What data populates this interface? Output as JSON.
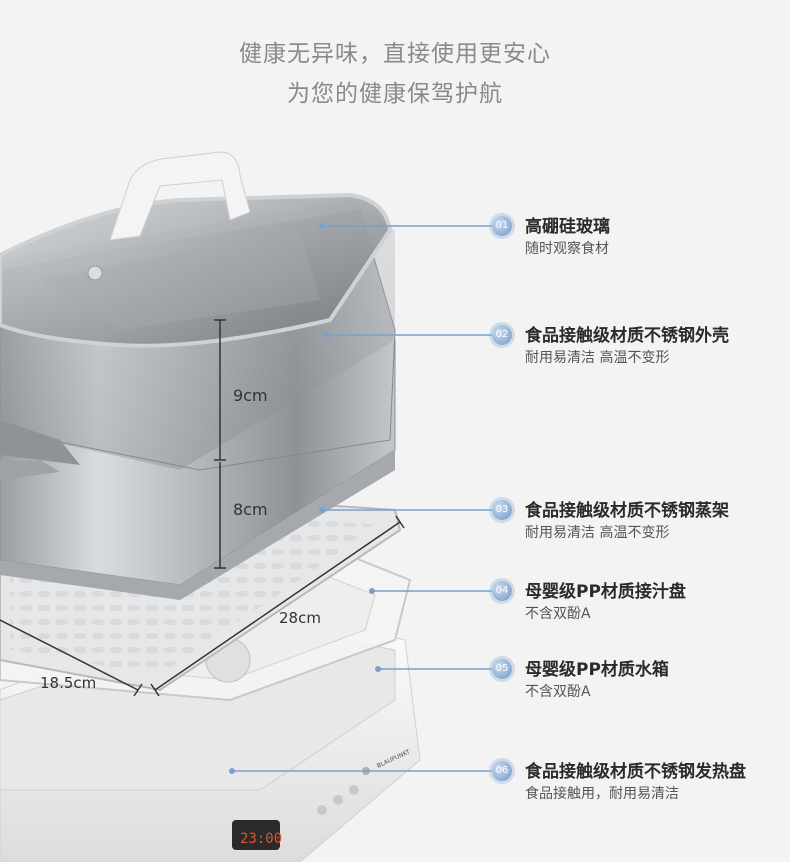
{
  "heading": {
    "line1": "健康无异味，直接使用更安心",
    "line2": "为您的健康保驾护航"
  },
  "dimensions": {
    "upper_height": "9cm",
    "lower_height": "8cm",
    "length": "28cm",
    "width": "18.5cm"
  },
  "callouts": [
    {
      "num": "01",
      "title": "高硼硅玻璃",
      "subtitle": "随时观察食材"
    },
    {
      "num": "02",
      "title": "食品接触级材质不锈钢外壳",
      "subtitle": "耐用易清洁 高温不变形"
    },
    {
      "num": "03",
      "title": "食品接触级材质不锈钢蒸架",
      "subtitle": "耐用易清洁 高温不变形"
    },
    {
      "num": "04",
      "title": "母婴级PP材质接汁盘",
      "subtitle": "不含双酚A"
    },
    {
      "num": "05",
      "title": "母婴级PP材质水箱",
      "subtitle": "不含双酚A"
    },
    {
      "num": "06",
      "title": "食品接触级材质不锈钢发热盘",
      "subtitle": "食品接触用，耐用易清洁"
    }
  ],
  "colors": {
    "accent": "#7aa0cc",
    "title": "#2b2b2b",
    "subtitle": "#555555",
    "heading": "#8a8a8a"
  }
}
